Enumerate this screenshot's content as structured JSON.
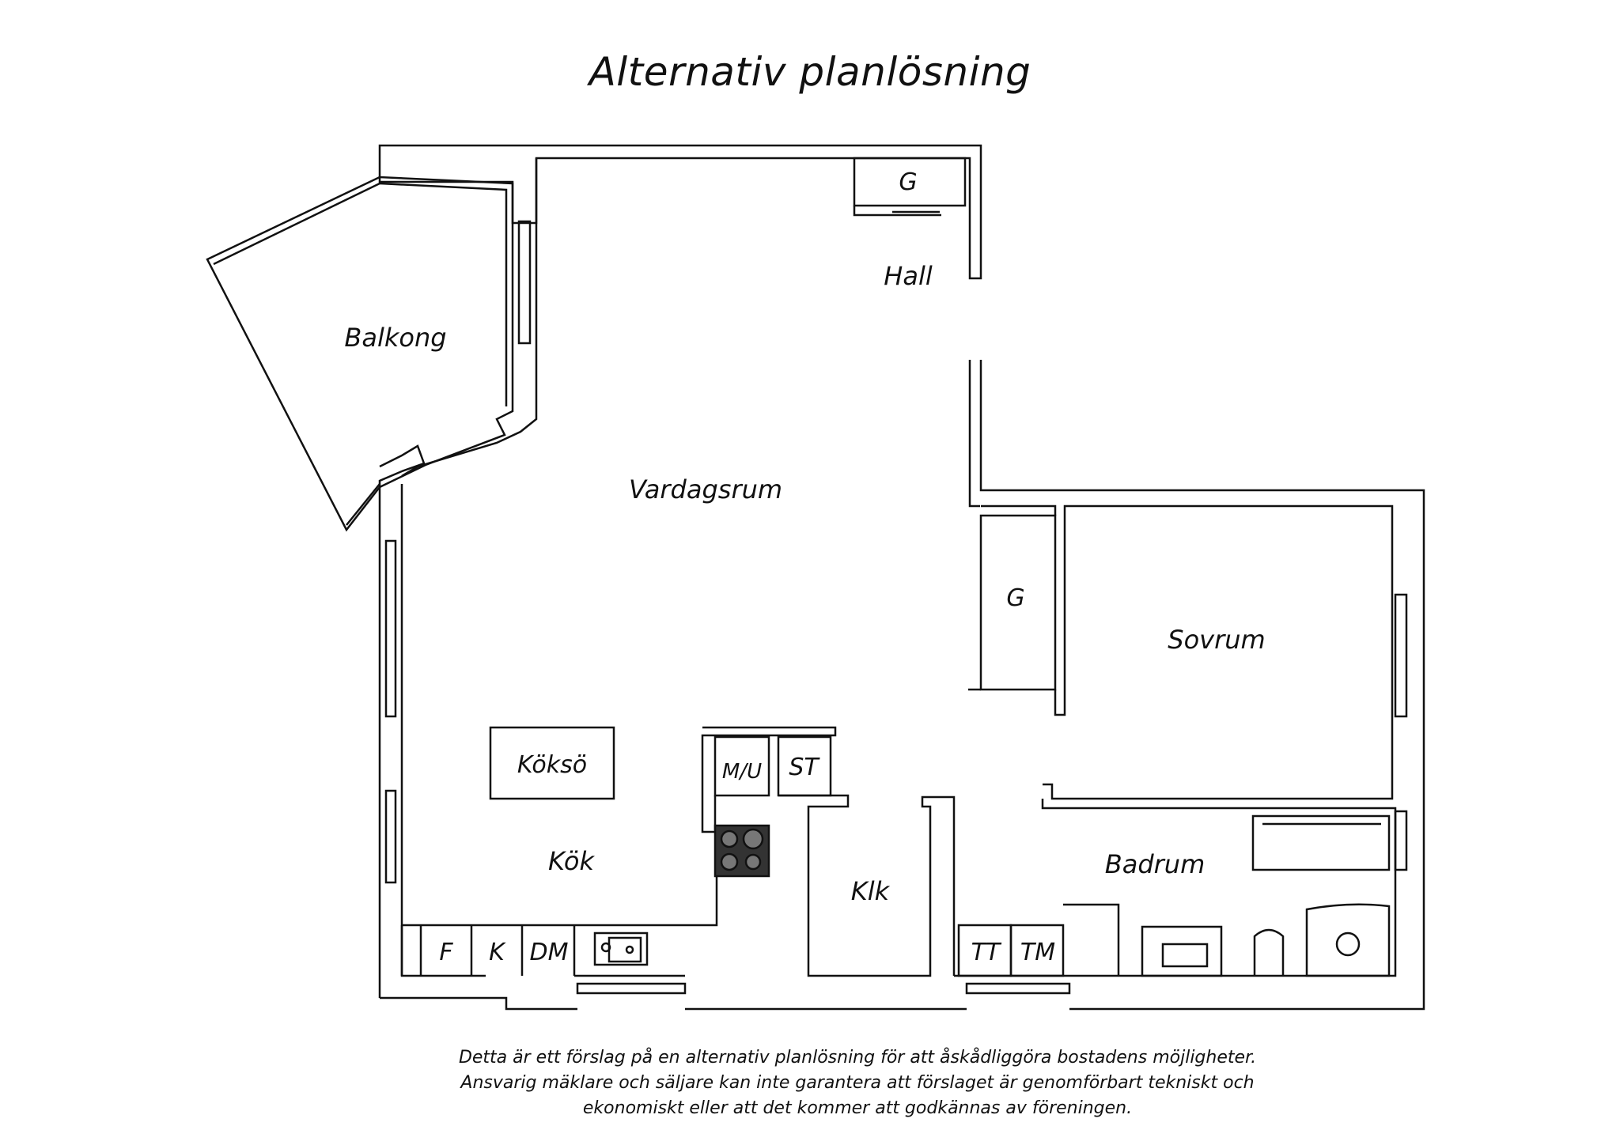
{
  "title": "Alternativ planlösning",
  "rooms": {
    "balkong": "Balkong",
    "vardagsrum": "Vardagsrum",
    "hall": "Hall",
    "garderob_hall": "G",
    "garderob_sovrum": "G",
    "sovrum": "Sovrum",
    "kokso": "Köksö",
    "mu": "M/U",
    "st": "ST",
    "kok": "Kök",
    "klk": "Klk",
    "badrum": "Badrum",
    "f": "F",
    "k": "K",
    "dm": "DM",
    "tt": "TT",
    "tm": "TM"
  },
  "disclaimer": [
    "Detta är ett förslag på en alternativ planlösning för att åskådliggöra bostadens möjligheter.",
    "Ansvarig mäklare och säljare kan inte garantera att förslaget är genomförbart tekniskt och",
    "ekonomiskt eller att det kommer att godkännas av föreningen."
  ]
}
